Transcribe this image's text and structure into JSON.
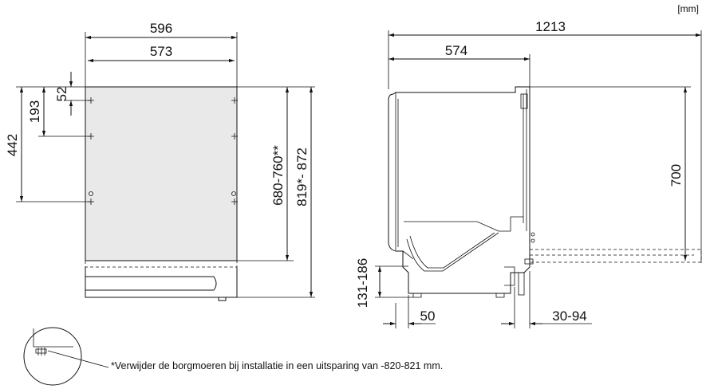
{
  "unit_label": "[mm]",
  "front_view": {
    "width_outer": "596",
    "width_inner": "573",
    "hole_offset_top": "52",
    "hole_offset_mid": "193",
    "hole_offset_low": "442",
    "panel_height": "680-760**",
    "total_height": "819*- 872"
  },
  "side_view": {
    "total_depth": "1213",
    "body_depth": "574",
    "height": "700",
    "foot_range": "131-186",
    "foot_offset": "50",
    "door_gap": "30-94"
  },
  "footnote": "*Verwijder de borgmoeren bij installatie in een uitsparing van ‑820-821 mm."
}
